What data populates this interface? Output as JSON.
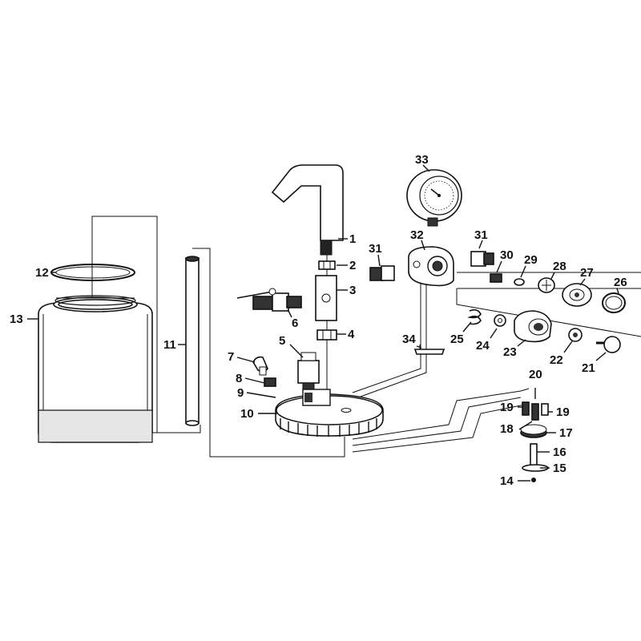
{
  "parts": [
    {
      "id": "p1",
      "number": "1"
    },
    {
      "id": "p2",
      "number": "2"
    },
    {
      "id": "p3",
      "number": "3"
    },
    {
      "id": "p4",
      "number": "4"
    },
    {
      "id": "p5",
      "number": "5"
    },
    {
      "id": "p6",
      "number": "6"
    },
    {
      "id": "p7",
      "number": "7"
    },
    {
      "id": "p8",
      "number": "8"
    },
    {
      "id": "p9",
      "number": "9"
    },
    {
      "id": "p10",
      "number": "10"
    },
    {
      "id": "p11",
      "number": "11"
    },
    {
      "id": "p12",
      "number": "12"
    },
    {
      "id": "p13",
      "number": "13"
    },
    {
      "id": "p14",
      "number": "14"
    },
    {
      "id": "p15",
      "number": "15"
    },
    {
      "id": "p16",
      "number": "16"
    },
    {
      "id": "p17",
      "number": "17"
    },
    {
      "id": "p18",
      "number": "18"
    },
    {
      "id": "p19a",
      "number": "19"
    },
    {
      "id": "p19b",
      "number": "19"
    },
    {
      "id": "p20",
      "number": "20"
    },
    {
      "id": "p21",
      "number": "21"
    },
    {
      "id": "p22",
      "number": "22"
    },
    {
      "id": "p23",
      "number": "23"
    },
    {
      "id": "p24",
      "number": "24"
    },
    {
      "id": "p25",
      "number": "25"
    },
    {
      "id": "p26",
      "number": "26"
    },
    {
      "id": "p27",
      "number": "27"
    },
    {
      "id": "p28",
      "number": "28"
    },
    {
      "id": "p29",
      "number": "29"
    },
    {
      "id": "p30",
      "number": "30"
    },
    {
      "id": "p31a",
      "number": "31"
    },
    {
      "id": "p31b",
      "number": "31"
    },
    {
      "id": "p32",
      "number": "32"
    },
    {
      "id": "p33",
      "number": "33"
    },
    {
      "id": "p34",
      "number": "34"
    }
  ]
}
